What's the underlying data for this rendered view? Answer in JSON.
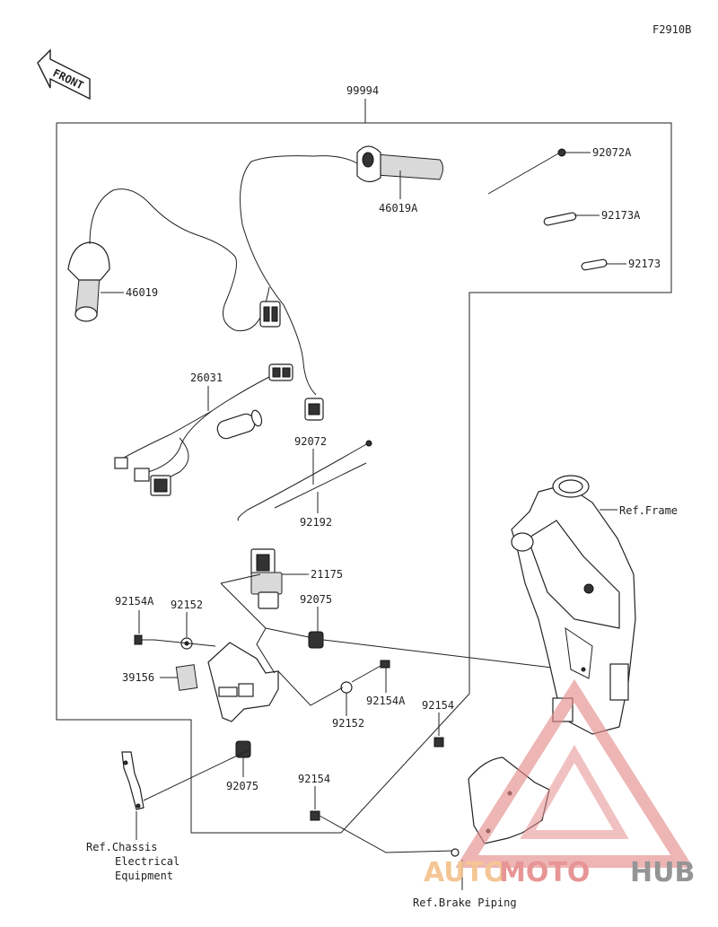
{
  "figure_code": "F2910B",
  "front_label": "FRONT",
  "watermark": {
    "part1": "AUTO",
    "part2": "MOTO",
    "part3": "HUB"
  },
  "parts": {
    "p99994": "99994",
    "p46019A": "46019A",
    "p46019": "46019",
    "p92072A": "92072A",
    "p92173A": "92173A",
    "p92173": "92173",
    "p26031": "26031",
    "p92072": "92072",
    "p92192": "92192",
    "p21175": "21175",
    "p92154A_left": "92154A",
    "p92152_left": "92152",
    "p92075_top": "92075",
    "p39156": "39156",
    "p92152_right": "92152",
    "p92154A_right": "92154A",
    "p92154_right": "92154",
    "p92075_bottom": "92075",
    "p92154_bottom": "92154"
  },
  "refs": {
    "frame": "Ref.Frame",
    "chassis_line1": "Ref.Chassis",
    "chassis_line2": "Electrical",
    "chassis_line3": "Equipment",
    "brake": "Ref.Brake Piping"
  }
}
